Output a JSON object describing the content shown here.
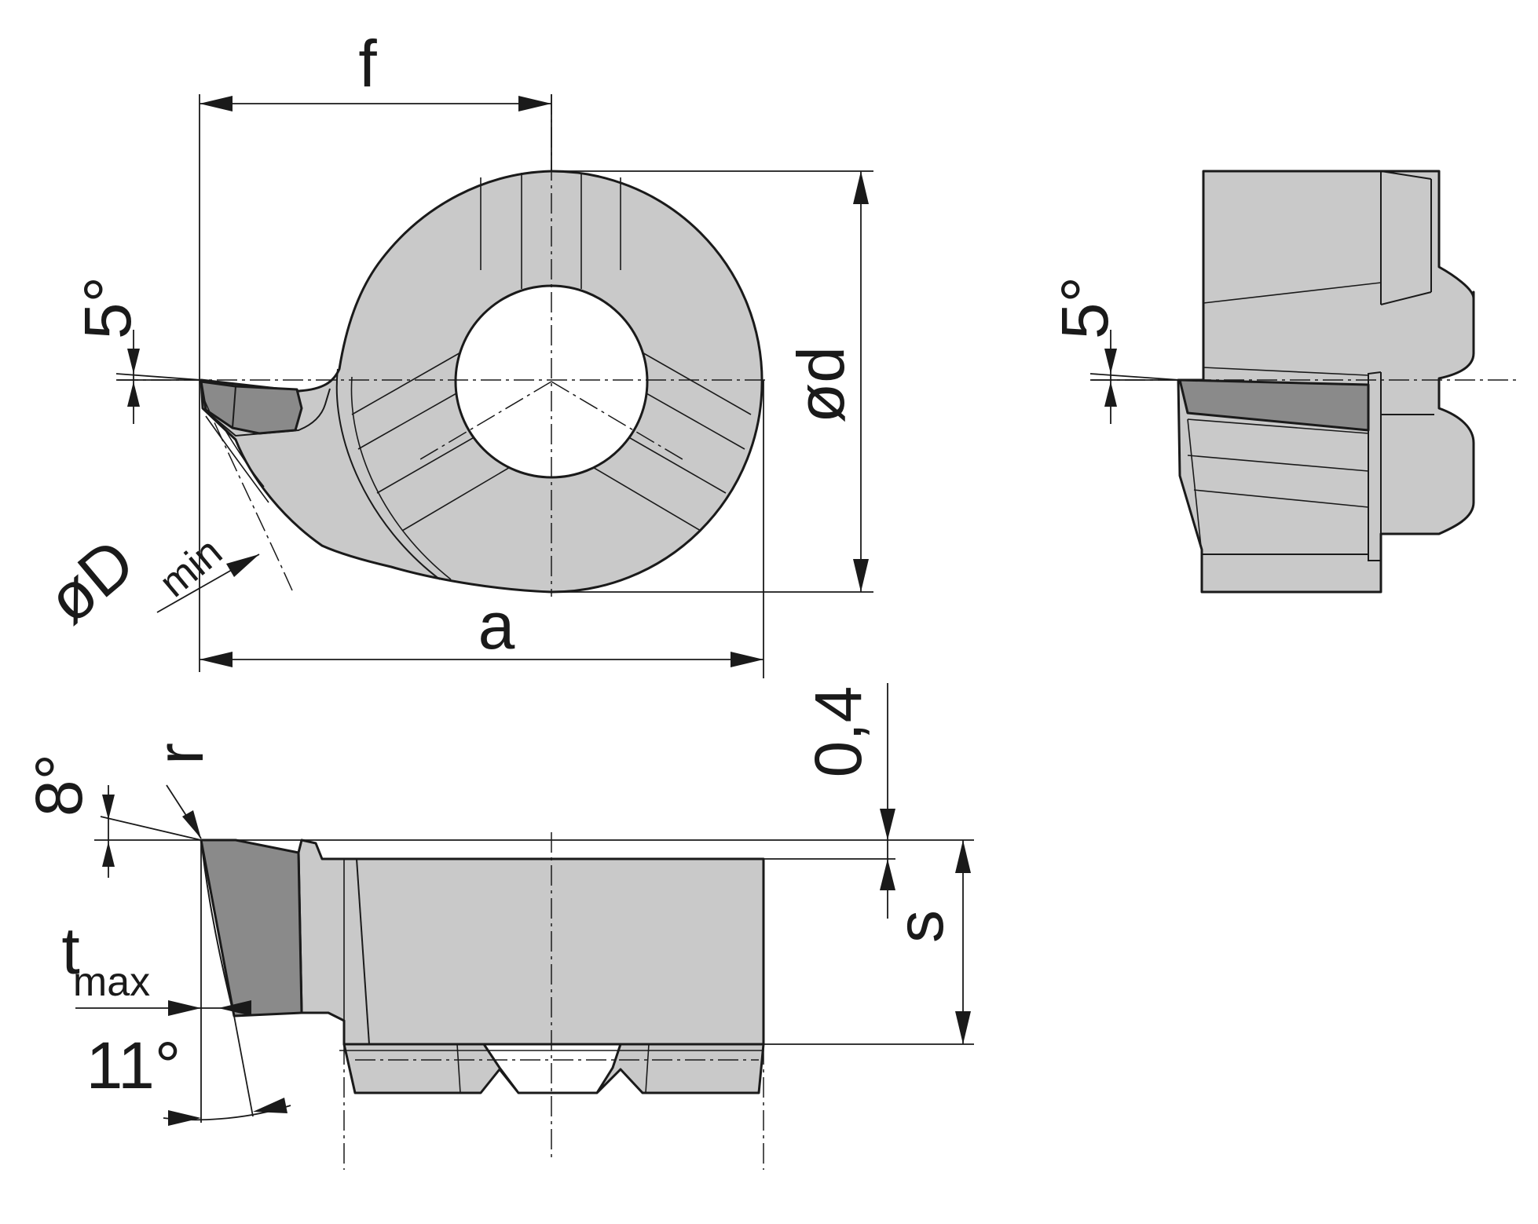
{
  "labels": {
    "f": "f",
    "a": "a",
    "d": "ød",
    "D": "øD",
    "D_sub": "min",
    "angle_top": "5°",
    "angle_side": "5°",
    "angle_8": "8°",
    "r": "r",
    "t": "t",
    "t_sub": "max",
    "angle_11": "11°",
    "offset": "0,4",
    "s": "s"
  },
  "colors": {
    "body": "#c9c9c9",
    "carbide": "#8a8a8a",
    "line": "#1a1a1a"
  }
}
